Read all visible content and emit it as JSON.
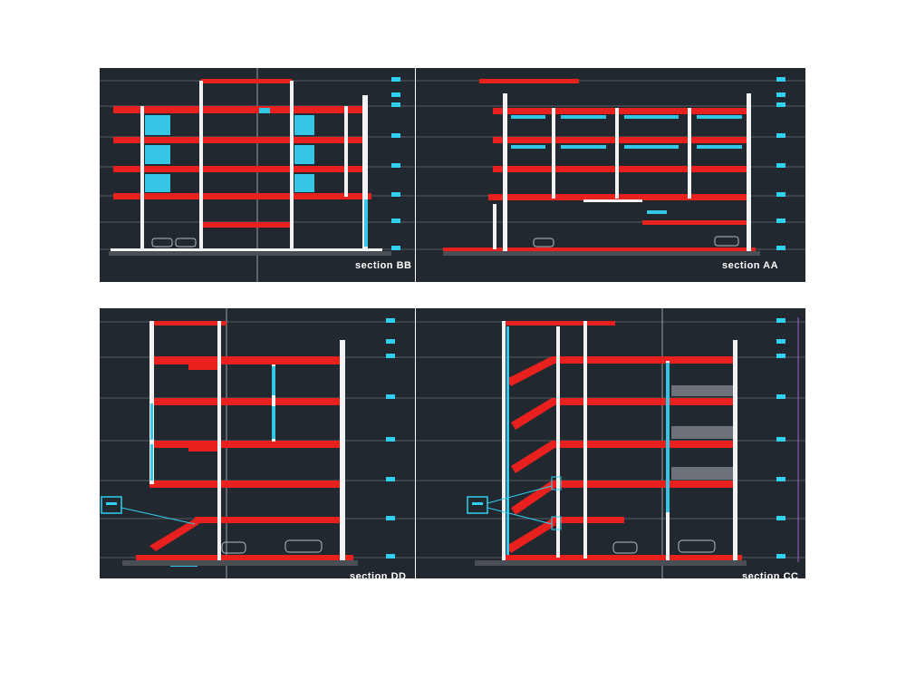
{
  "colors": {
    "background": "#212830",
    "structure": "#e8201e",
    "glass": "#35c6e6",
    "walls": "#f2f2f2",
    "level_line": "#8a8f96",
    "level_marker": "#2fd0f0"
  },
  "drawings": [
    {
      "id": "section-bb",
      "caption": "section BB",
      "floors": 5,
      "has_car": true,
      "has_stair": false
    },
    {
      "id": "section-aa",
      "caption": "section AA",
      "floors": 5,
      "has_car": true,
      "has_stair": false
    },
    {
      "id": "section-dd",
      "caption": "section DD",
      "floors": 5,
      "has_car": true,
      "has_stair": true
    },
    {
      "id": "section-cc",
      "caption": "section CC",
      "floors": 5,
      "has_car": true,
      "has_stair": true
    }
  ],
  "icons": {
    "level_marker": "level-marker-icon",
    "car": "car-icon",
    "stair": "stair-icon",
    "window": "window-icon",
    "callout": "detail-callout-icon"
  }
}
